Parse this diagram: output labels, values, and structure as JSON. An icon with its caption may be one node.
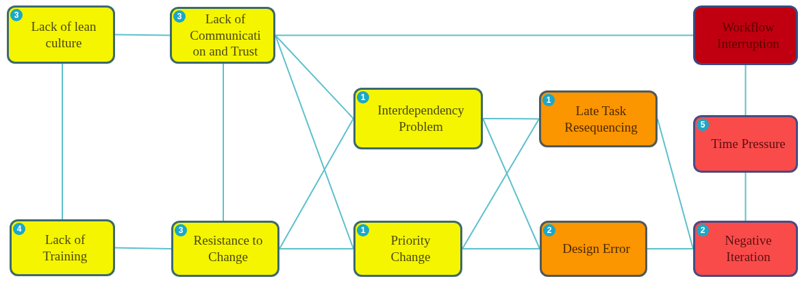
{
  "diagram": {
    "nodes": [
      {
        "text": [
          "3",
          "Lack of lean culture"
        ]
      },
      {
        "text": [
          "3",
          "Lack of Communicati on and Trust"
        ]
      },
      {
        "text": [
          "Workflow Interruption"
        ]
      },
      {
        "text": [
          "1",
          "Interdependency Problem"
        ]
      },
      {
        "text": [
          "1",
          "Late Task Resequencing"
        ]
      },
      {
        "text": [
          "5",
          "Time Pressure"
        ]
      },
      {
        "text": [
          "4",
          "Lack of Training"
        ]
      },
      {
        "text": [
          "3",
          "Resistance to Change"
        ]
      },
      {
        "text": [
          "1",
          "Priority Change"
        ]
      },
      {
        "text": [
          "2",
          "Design Error"
        ]
      },
      {
        "text": [
          "2",
          "Negative Iteration"
        ]
      }
    ],
    "edges": [
      {
        "from": 0,
        "to": 1,
        "arrow": "none"
      },
      {
        "from": 0,
        "to": 6,
        "arrow": "none"
      },
      {
        "from": 1,
        "to": 2,
        "arrow": "none"
      },
      {
        "from": 1,
        "to": 7,
        "arrow": "none"
      },
      {
        "from": 1,
        "to": 3,
        "arrow": "none"
      },
      {
        "from": 1,
        "to": 8,
        "arrow": "none"
      },
      {
        "from": 2,
        "to": 5,
        "arrow": "none"
      },
      {
        "from": 3,
        "to": 4,
        "arrow": "none"
      },
      {
        "from": 3,
        "to": 9,
        "arrow": "none"
      },
      {
        "from": 7,
        "to": 3,
        "arrow": "none"
      },
      {
        "from": 6,
        "to": 7,
        "arrow": "none"
      },
      {
        "from": 7,
        "to": 8,
        "arrow": "none"
      },
      {
        "from": 8,
        "to": 4,
        "arrow": "none"
      },
      {
        "from": 8,
        "to": 9,
        "arrow": "none"
      },
      {
        "from": 4,
        "to": 10,
        "arrow": "none"
      },
      {
        "from": 9,
        "to": 10,
        "arrow": "none"
      },
      {
        "from": 5,
        "to": 10,
        "arrow": "none"
      }
    ]
  }
}
